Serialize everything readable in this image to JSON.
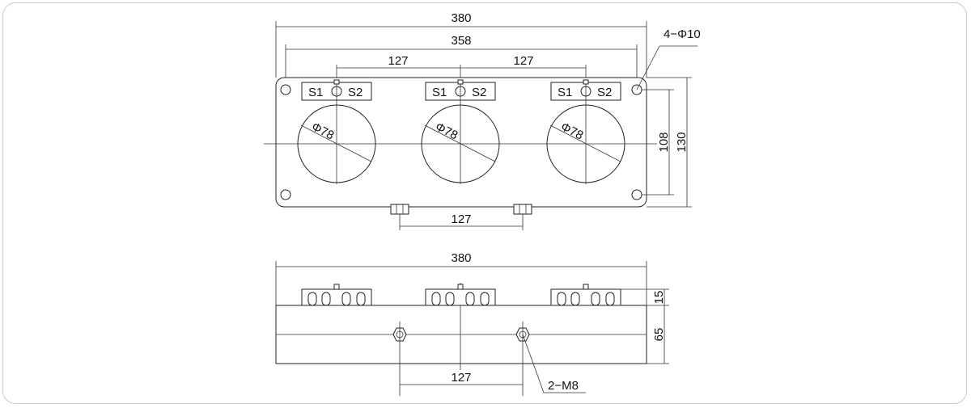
{
  "top_view": {
    "dim_overall": "380",
    "dim_hole_centers": "358",
    "dim_pitch_left": "127",
    "dim_pitch_right": "127",
    "dim_bolt_spacing": "127",
    "dim_hole_spacing_v": "108",
    "dim_height": "130",
    "hole_callout": "4−Φ10",
    "windows": [
      {
        "diameter": "Φ78",
        "terminal_s1": "S1",
        "terminal_s2": "S2"
      },
      {
        "diameter": "Φ78",
        "terminal_s1": "S1",
        "terminal_s2": "S2"
      },
      {
        "diameter": "Φ78",
        "terminal_s1": "S1",
        "terminal_s2": "S2"
      }
    ]
  },
  "side_view": {
    "dim_overall": "380",
    "dim_terminal_height": "15",
    "dim_body_height": "65",
    "dim_bolt_spacing": "127",
    "bolt_callout": "2−M8"
  }
}
